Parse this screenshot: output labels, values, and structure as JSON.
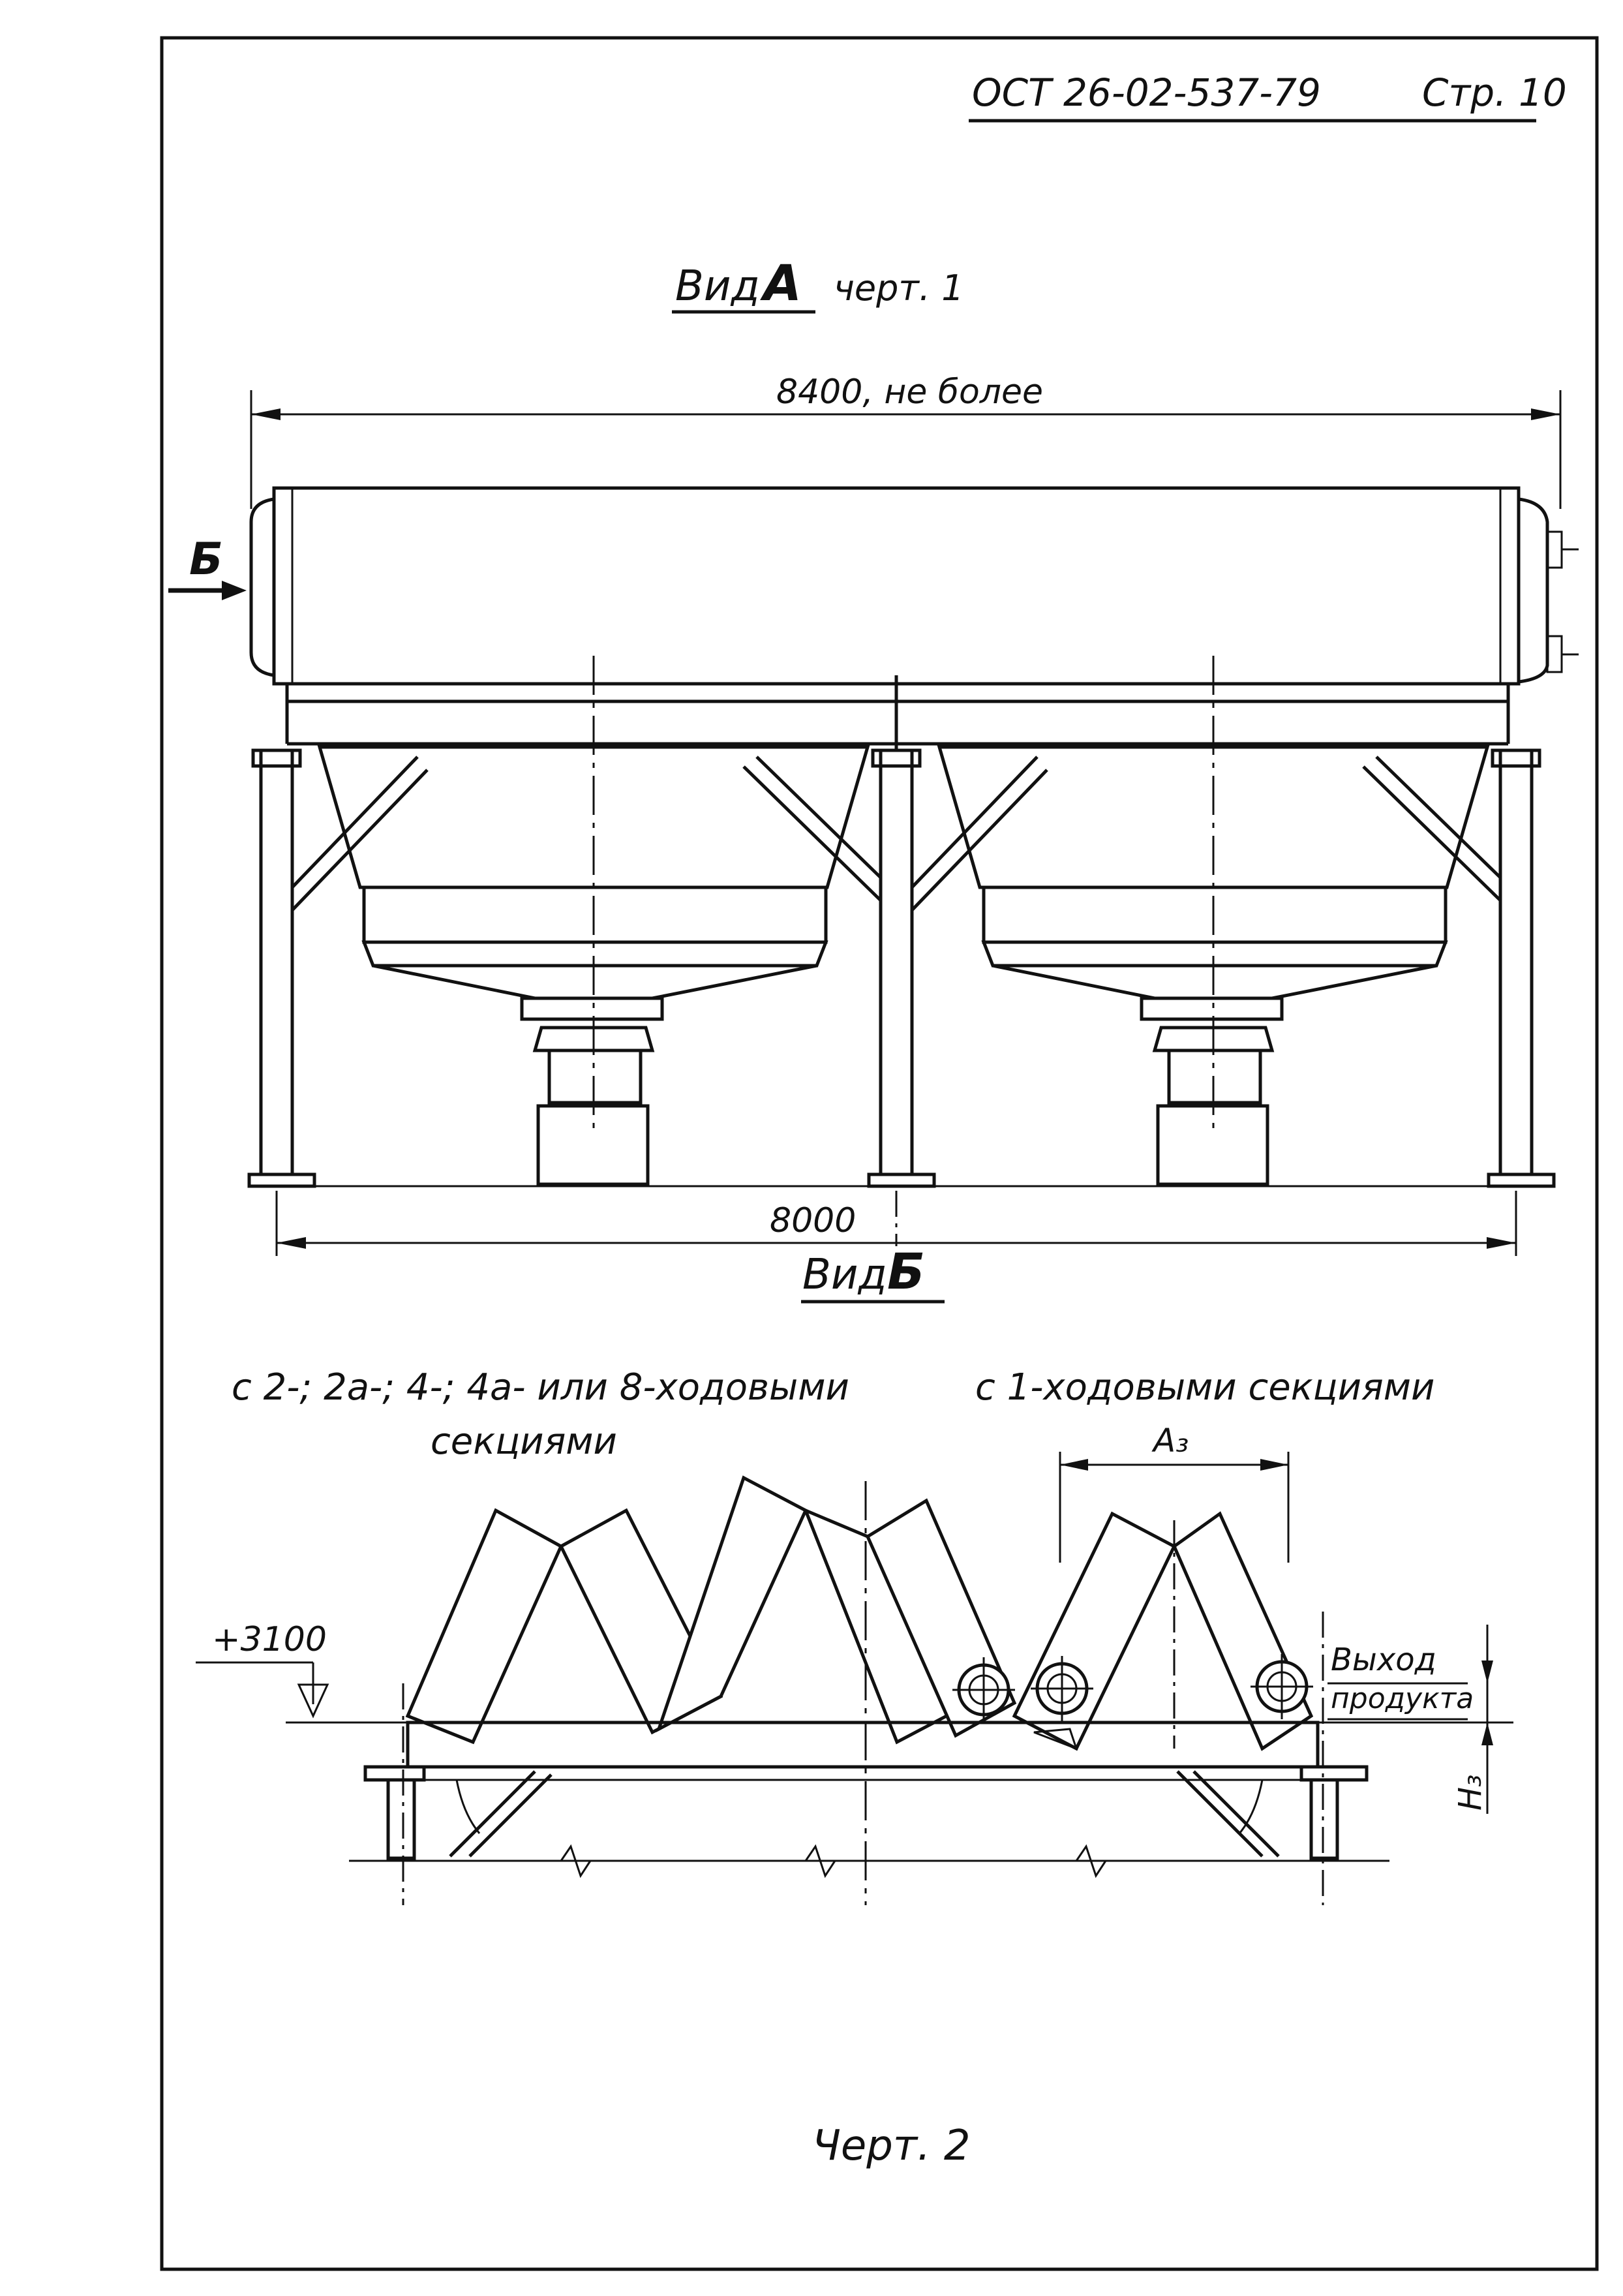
{
  "header": {
    "doc_code": "ОСТ 26-02-537-79",
    "page_label": "Стр. 10"
  },
  "view_a": {
    "title_word": "Вид",
    "title_letter": "А",
    "title_ref": "черт. 1",
    "dim_top": "8400, не более",
    "dim_bottom": "8000",
    "section_letter": "Б"
  },
  "view_b": {
    "title_word": "Вид",
    "title_letter": "Б",
    "left_caption_line1": "с 2-; 2а-; 4-; 4а- или 8-ходовыми",
    "left_caption_line2": "секциями",
    "right_caption": "с 1-ходовыми секциями",
    "dim_a3": "А₃",
    "elevation": "+3100",
    "outlet_line1": "Выход",
    "outlet_line2": "продукта",
    "dim_h3": "Н₃"
  },
  "footer": {
    "drawing_label": "Черт. 2"
  }
}
